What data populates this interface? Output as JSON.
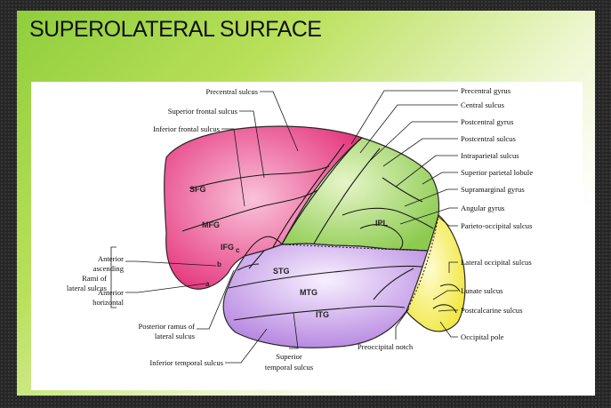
{
  "slide": {
    "title": "SUPEROLATERAL SURFACE"
  },
  "diagram": {
    "left_labels": [
      "Precentral sulcus",
      "Superior frontal sulcus",
      "Inferior frontal sulcus"
    ],
    "rami": {
      "group": [
        "Rami of",
        "lateral sulcus"
      ],
      "ascending": [
        "Anterior",
        "ascending"
      ],
      "horizontal": [
        "Anterior",
        "horizontal"
      ]
    },
    "bottom_left": {
      "posterior_ramus": [
        "Posterior ramus of",
        "lateral sulcus"
      ],
      "inferior_temporal": "Inferior temporal sulcus",
      "superior_temporal": [
        "Superior",
        "temporal sulcus"
      ],
      "preoccipital": "Preoccipital notch"
    },
    "right_labels": [
      "Precentral gyrus",
      "Central sulcus",
      "Postcentral gyrus",
      "Postcentral sulcus",
      "Intraparietal sulcus",
      "Superior parietal lobule",
      "Supramarginal gyrus",
      "Angular gyrus",
      "Parieto-occipital sulcus",
      "Lateral occipital sulcus",
      "Lunate sulcus",
      "Postcalcarine sulcus",
      "Occipital pole"
    ],
    "regions": {
      "sfg": "SFG",
      "mfg": "MFG",
      "ifg": "IFG",
      "a": "a",
      "b": "b",
      "c": "c",
      "ipl": "IPL",
      "stg": "STG",
      "mtg": "MTG",
      "itg": "ITG"
    },
    "colors": {
      "frontal": "#ec4f8f",
      "parietal": "#9fd46a",
      "temporal": "#c89ee6",
      "occipital": "#f4ee4a"
    }
  }
}
